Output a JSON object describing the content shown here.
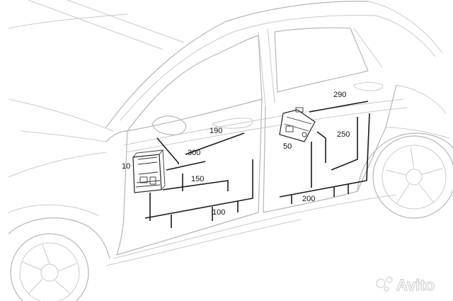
{
  "callouts": {
    "c10": "10",
    "c50": "50",
    "c100": "100",
    "c150": "150",
    "c190": "190",
    "c200": "200",
    "c250": "250",
    "c290": "290",
    "c300": "300"
  },
  "watermark": {
    "text": "Avito"
  },
  "colors": {
    "car_outline": "#c9c9c9",
    "harness": "#1a1a1a"
  }
}
